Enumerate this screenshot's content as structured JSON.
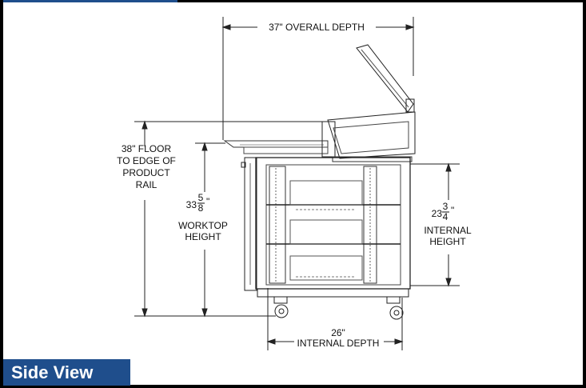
{
  "title": "Side View",
  "dimensions": {
    "overall_depth": "37\" OVERALL DEPTH",
    "floor_to_rail": [
      "38\" FLOOR",
      "TO EDGE OF",
      "PRODUCT",
      "RAIL"
    ],
    "worktop_whole": "33",
    "worktop_num": "5",
    "worktop_den": "8",
    "worktop_unit": "\"",
    "worktop_label": [
      "WORKTOP",
      "HEIGHT"
    ],
    "internal_height_whole": "23",
    "internal_height_num": "3",
    "internal_height_den": "4",
    "internal_height_unit": "\"",
    "internal_height_label": [
      "INTERNAL",
      "HEIGHT"
    ],
    "internal_depth_value": "26\"",
    "internal_depth_label": "INTERNAL DEPTH"
  }
}
